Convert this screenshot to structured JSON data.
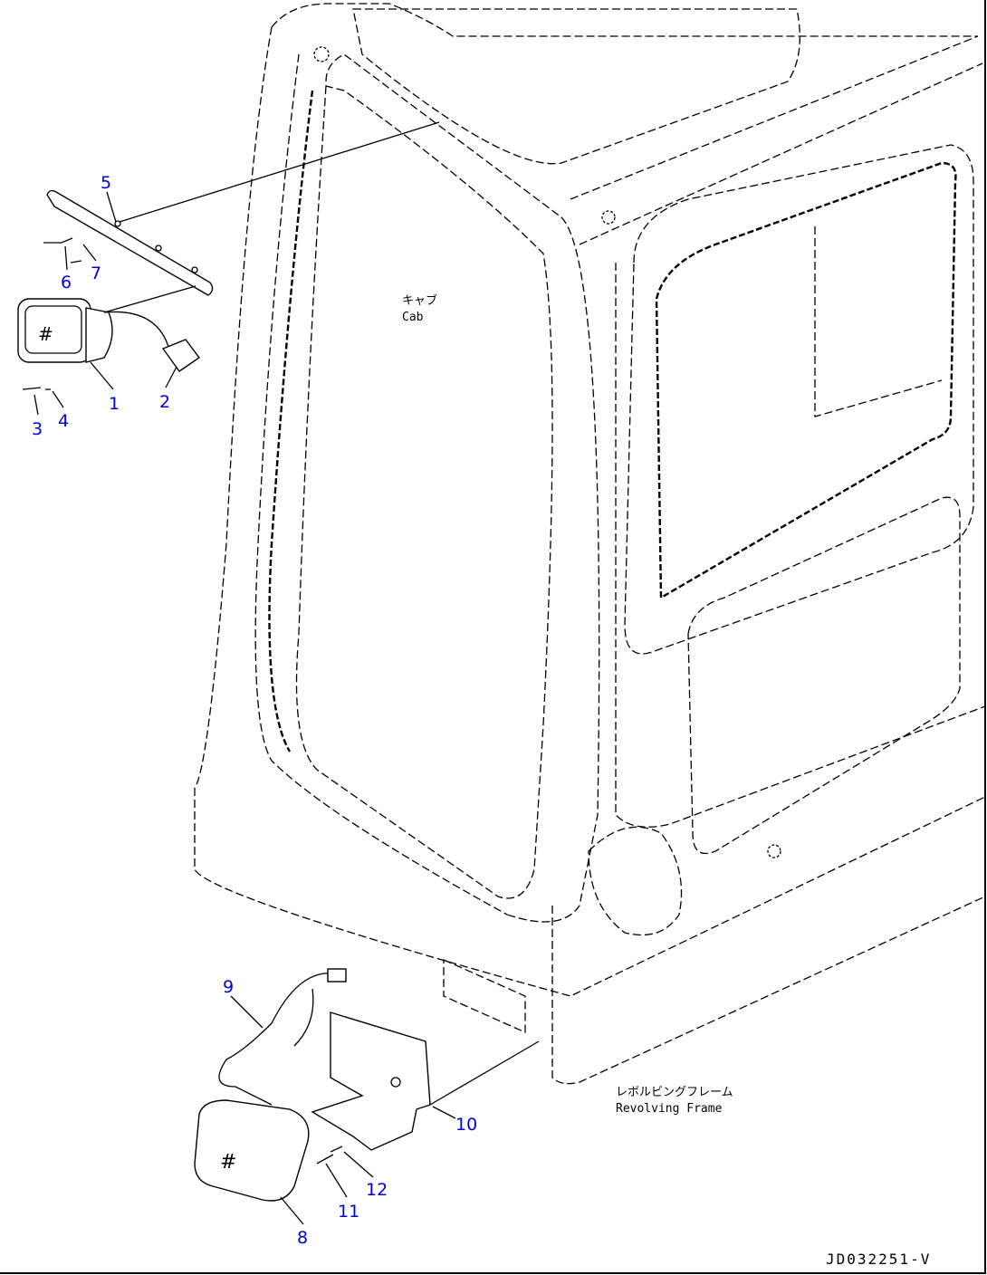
{
  "drawing_code": "JD032251-V",
  "labels": {
    "cab_jp": "キャブ",
    "cab_en": "Cab",
    "frame_jp": "レボルビングフレーム",
    "frame_en": "Revolving Frame"
  },
  "callouts": [
    "1",
    "2",
    "3",
    "4",
    "5",
    "6",
    "7",
    "8",
    "9",
    "10",
    "11",
    "12"
  ],
  "colors": {
    "callout": "#0000e0",
    "line": "#000000"
  }
}
